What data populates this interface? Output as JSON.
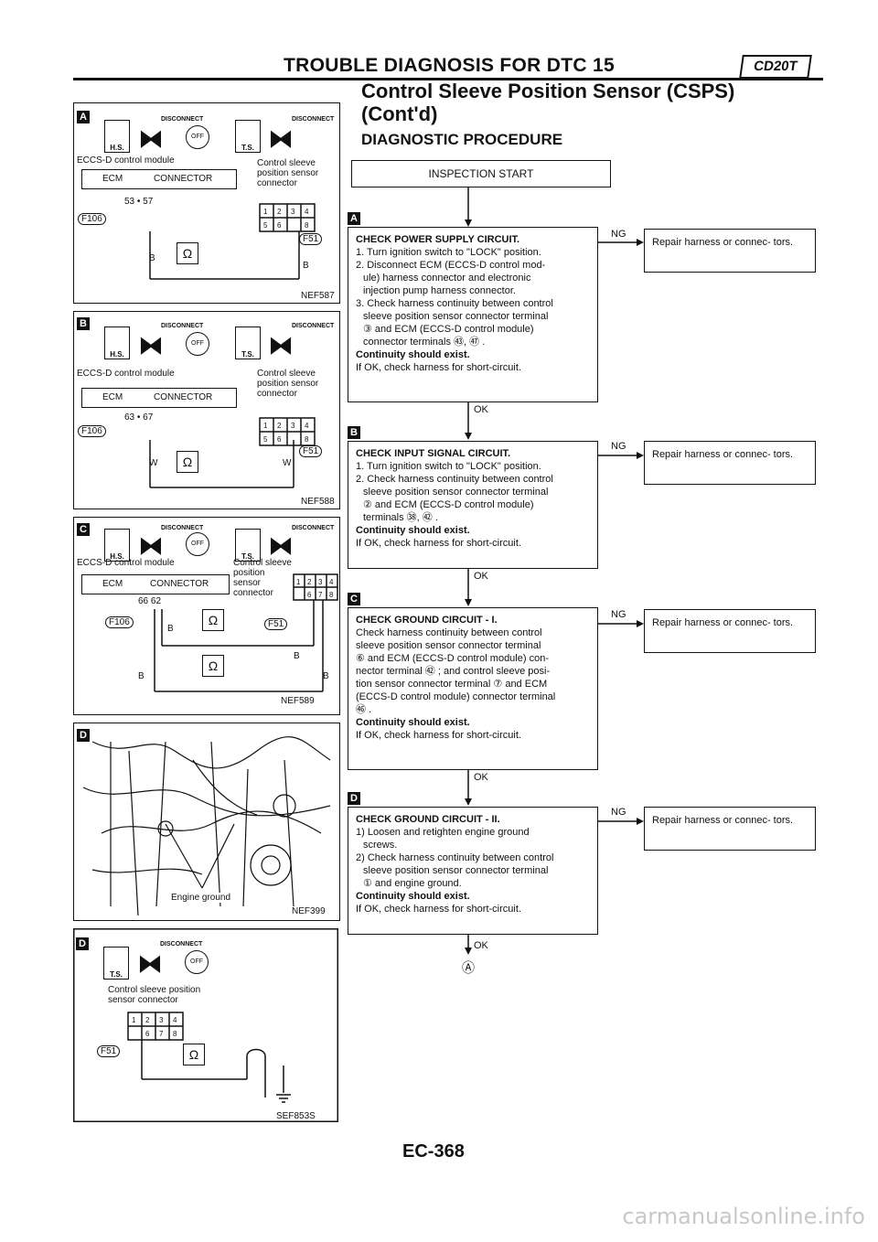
{
  "header": {
    "title": "TROUBLE DIAGNOSIS FOR DTC 15",
    "badge": "CD20T"
  },
  "section": {
    "title_line1": "Control Sleeve Position Sensor (CSPS)",
    "title_line2": "(Cont'd)",
    "subtitle": "DIAGNOSTIC PROCEDURE"
  },
  "flow": {
    "start": "INSPECTION START",
    "steps": [
      {
        "letter": "A",
        "head": "CHECK POWER SUPPLY CIRCUIT.",
        "lines": [
          "1. Turn ignition switch to \"LOCK\" position.",
          "2. Disconnect ECM (ECCS-D control mod-",
          "   ule) harness connector and electronic",
          "   injection pump harness connector.",
          "3. Check harness continuity between control",
          "   sleeve position sensor connector terminal",
          "   ③ and ECM (ECCS-D control module)",
          "   connector terminals ㊸, ㊼ ."
        ],
        "bold": "Continuity should exist.",
        "tail": "If OK, check harness for short-circuit.",
        "ng": "NG",
        "repair": "Repair harness or connec- tors.",
        "ok": "OK"
      },
      {
        "letter": "B",
        "head": "CHECK INPUT SIGNAL CIRCUIT.",
        "lines": [
          "1. Turn ignition switch to \"LOCK\" position.",
          "2. Check harness continuity between control",
          "   sleeve position sensor connector terminal",
          "   ② and ECM (ECCS-D control module)",
          "   terminals ㊳, ㊷ ."
        ],
        "bold": "Continuity should exist.",
        "tail": "If OK, check harness for short-circuit.",
        "ng": "NG",
        "repair": "Repair harness or connec- tors.",
        "ok": "OK"
      },
      {
        "letter": "C",
        "head": "CHECK GROUND CIRCUIT - I.",
        "lines": [
          "Check harness continuity between control",
          "sleeve position sensor connector terminal",
          "⑥ and ECM (ECCS-D control module) con-",
          "nector terminal ㊷ ; and control sleeve posi-",
          "tion sensor connector terminal ⑦ and ECM",
          "(ECCS-D control module) connector terminal",
          "㊻ ."
        ],
        "bold": "Continuity should exist.",
        "tail": "If OK, check harness for short-circuit.",
        "ng": "NG",
        "repair": "Repair harness or connec- tors.",
        "ok": "OK"
      },
      {
        "letter": "D",
        "head": "CHECK GROUND CIRCUIT - II.",
        "lines": [
          "1) Loosen and retighten engine ground",
          "   screws.",
          "2) Check harness continuity between control",
          "   sleeve position sensor connector terminal",
          "   ① and engine ground."
        ],
        "bold": "Continuity should exist.",
        "tail": "If OK, check harness for short-circuit.",
        "ng": "NG",
        "repair": "Repair harness or connec- tors.",
        "ok": "OK"
      }
    ],
    "next": "Ⓐ"
  },
  "figures": {
    "a": {
      "letter": "A",
      "left_label": "ECCS-D control module",
      "right_label": "Control sleeve position sensor connector",
      "ecm": "ECM",
      "connector": "CONNECTOR",
      "pins": "53 • 57",
      "f106": "F106",
      "f51": "F51",
      "wire_left": "B",
      "wire_right": "B",
      "code": "NEF587"
    },
    "b": {
      "letter": "B",
      "left_label": "ECCS-D control module",
      "right_label": "Control sleeve position sensor connector",
      "ecm": "ECM",
      "connector": "CONNECTOR",
      "pins": "63 • 67",
      "f106": "F106",
      "f51": "F51",
      "wire_left": "W",
      "wire_right": "W",
      "code": "NEF588"
    },
    "c": {
      "letter": "C",
      "left_label": "ECCS-D control module",
      "right_label": "Control sleeve position sensor connector",
      "ecm": "ECM",
      "connector": "CONNECTOR",
      "pins": "66 62",
      "f106": "F106",
      "f51": "F51",
      "wire": "B",
      "code": "NEF589"
    },
    "d": {
      "letter": "D",
      "label": "Engine ground",
      "code": "NEF399"
    },
    "e": {
      "letter": "D",
      "label": "Control sleeve position sensor connector",
      "f51": "F51",
      "code": "SEF853S"
    }
  },
  "icons": {
    "disconnect": "DISCONNECT",
    "hs": "H.S.",
    "ts": "T.S.",
    "off": "OFF",
    "ohm": "Ω"
  },
  "page": "EC-368",
  "watermark": "carmanualsonline.info"
}
